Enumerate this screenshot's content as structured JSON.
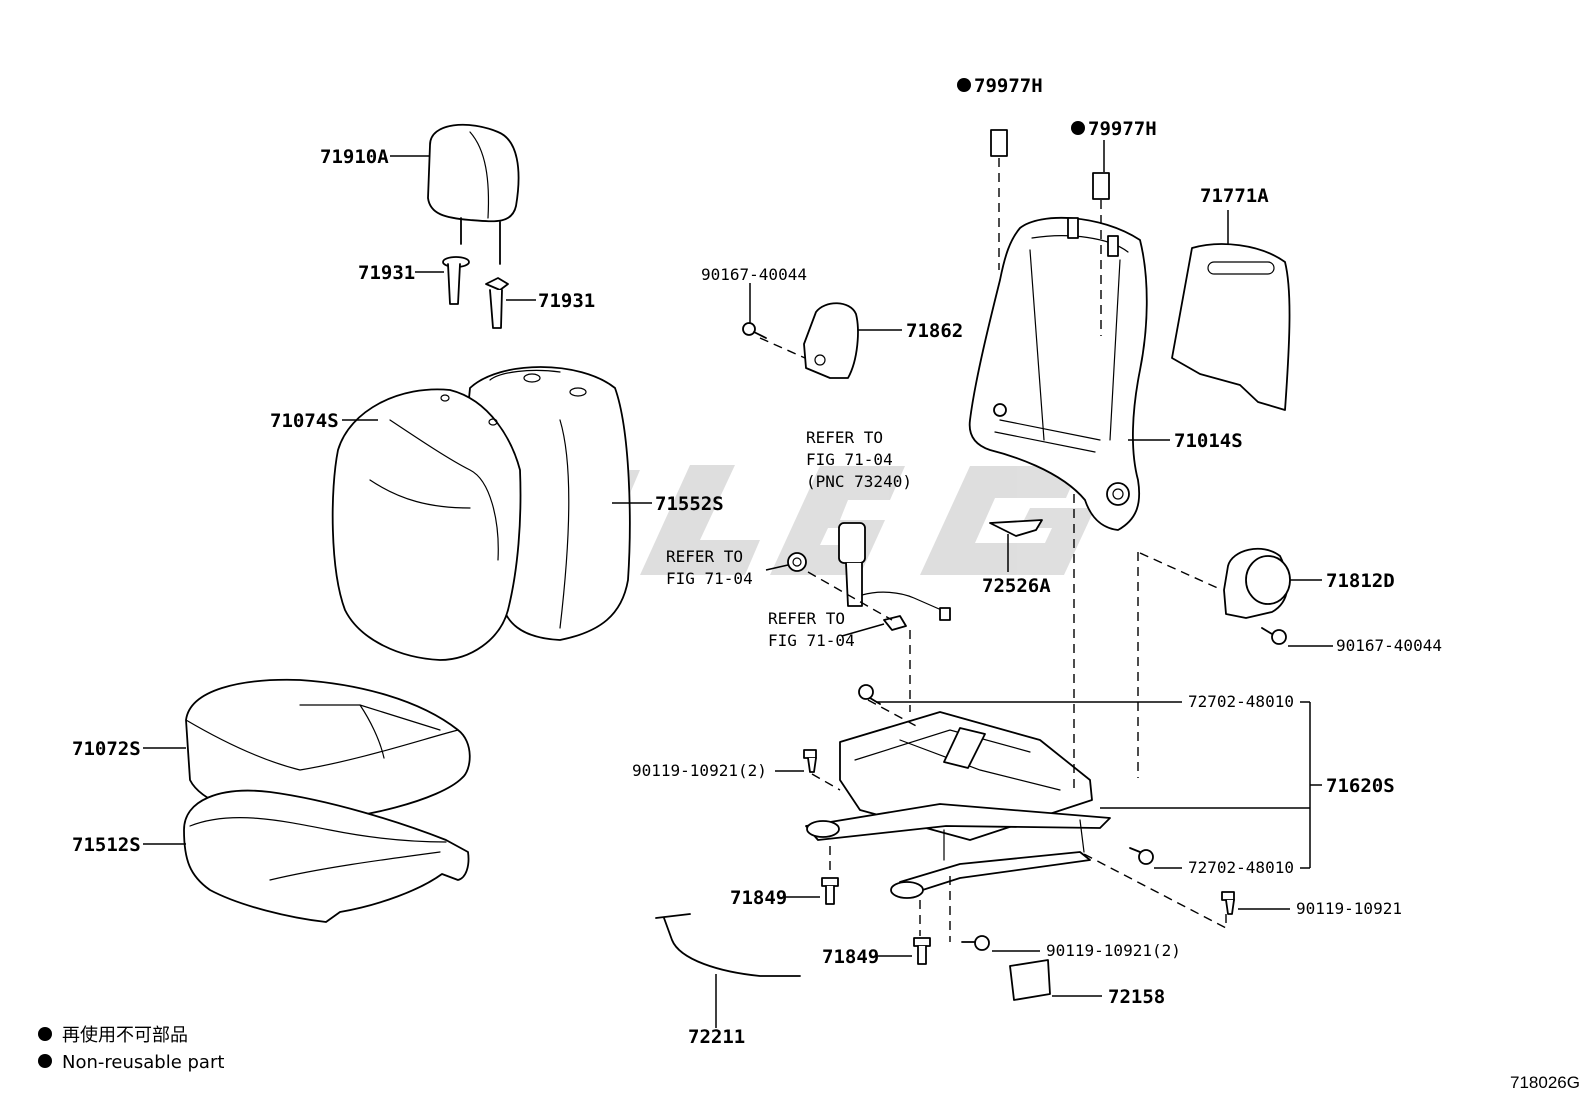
{
  "diagram": {
    "labels": {
      "p79977H_a": "79977H",
      "p79977H_b": "79977H",
      "p71910A": "71910A",
      "p71931_a": "71931",
      "p71931_b": "71931",
      "p71771A": "71771A",
      "p90167_40044_a": "90167-40044",
      "p71862": "71862",
      "p71074S": "71074S",
      "p71014S": "71014S",
      "p71552S": "71552S",
      "p72526A": "72526A",
      "p71812D": "71812D",
      "p90167_40044_b": "90167-40044",
      "p72702_48010_a": "72702-48010",
      "p71072S": "71072S",
      "p90119_10921_2_a": "90119-10921(2)",
      "p71620S": "71620S",
      "p71512S": "71512S",
      "p72702_48010_b": "72702-48010",
      "p71849_a": "71849",
      "p90119_10921": "90119-10921",
      "p71849_b": "71849",
      "p90119_10921_2_b": "90119-10921(2)",
      "p72158": "72158",
      "p72211": "72211"
    },
    "references": {
      "ref1_line1": "REFER TO",
      "ref1_line2": "FIG 71-04",
      "ref1_line3": "(PNC 73240)",
      "ref2_line1": "REFER TO",
      "ref2_line2": "FIG 71-04",
      "ref3_line1": "REFER TO",
      "ref3_line2": "FIG 71-04"
    },
    "legend": {
      "line1": "再使用不可部品",
      "line2": "Non-reusable part"
    },
    "figure_id": "718026G",
    "colors": {
      "ink": "#000000",
      "watermark": "#d6d6d6"
    },
    "icons": {
      "non_reusable_marker": "filled-circle-icon"
    }
  }
}
